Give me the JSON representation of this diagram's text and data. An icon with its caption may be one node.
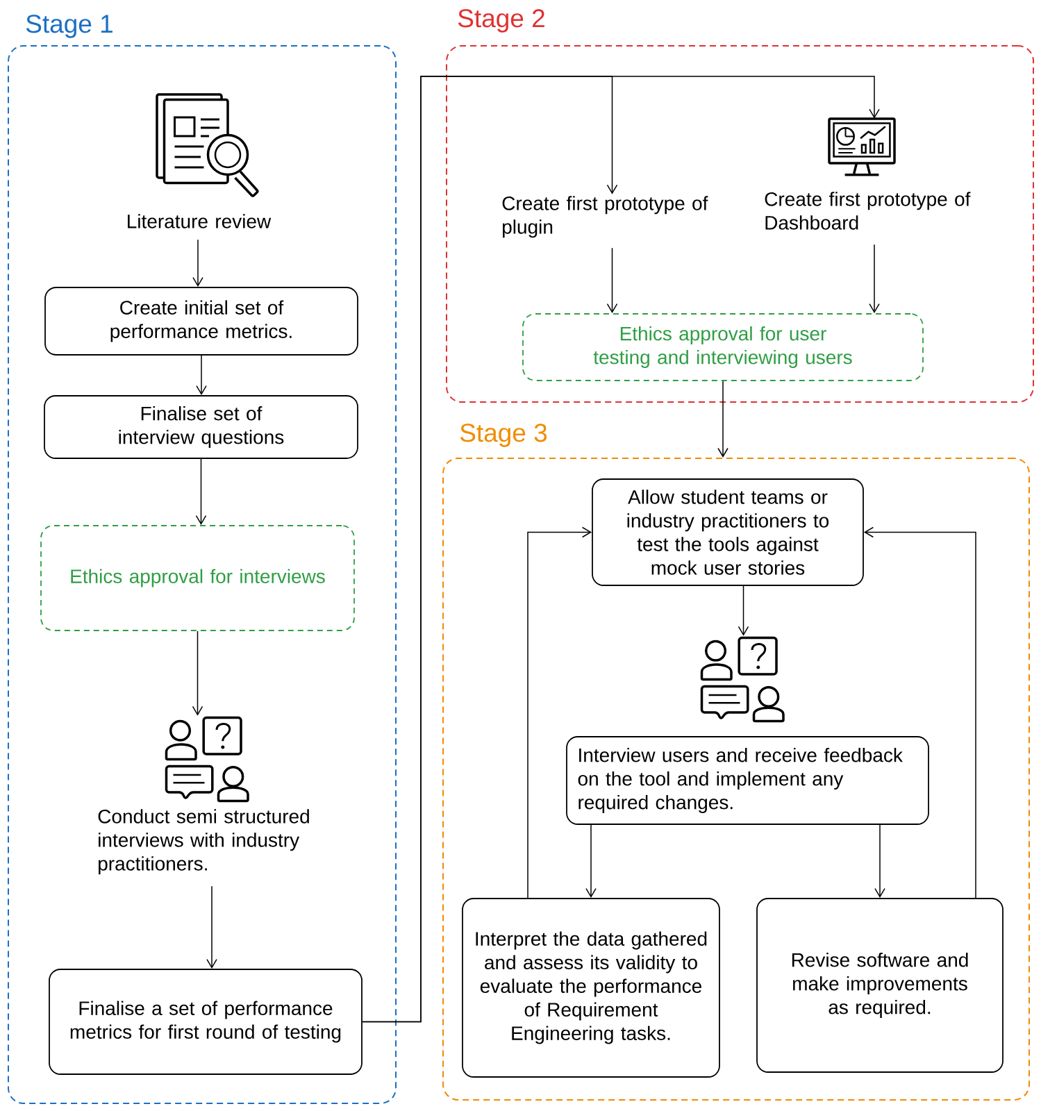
{
  "diagram": {
    "nodes": [
      {
        "text": [
          "Stage 1"
        ]
      },
      {
        "text": [
          "Literature review"
        ],
        "in": 0
      },
      {
        "text": [
          "Create initial set of performance metrics."
        ],
        "in": 0
      },
      {
        "text": [
          "Finalise set of interview questions"
        ],
        "in": 0
      },
      {
        "text": [
          "Ethics approval for interviews"
        ],
        "in": 0
      },
      {
        "text": [
          "Conduct semi structured interviews with industry practitioners."
        ],
        "in": 0
      },
      {
        "text": [
          "Finalise a set of performance metrics for first round of testing"
        ],
        "in": 0
      },
      {
        "text": [
          "Stage 2"
        ]
      },
      {
        "text": [
          "Create first prototype of plugin"
        ],
        "in": 7
      },
      {
        "text": [
          "Create first prototype of Dashboard"
        ],
        "in": 7
      },
      {
        "text": [
          "Ethics approval for user testing and interviewing users"
        ],
        "in": 7
      },
      {
        "text": [
          "Stage 3"
        ]
      },
      {
        "text": [
          "Allow student teams or industry practitioners to test the tools against mock user stories"
        ],
        "in": 11
      },
      {
        "text": [],
        "shape": "picture",
        "in": 11
      },
      {
        "text": [
          "Interview users and receive feedback on the tool and implement any required changes."
        ],
        "in": 11
      },
      {
        "text": [
          "Interpret the data gathered and assess its validity to evaluate the performance of Requirement Engineering tasks."
        ],
        "in": 11
      },
      {
        "text": [
          "Revise software and make improvements as required."
        ],
        "in": 11
      }
    ],
    "edges": [
      {
        "from": 1,
        "to": 2,
        "arrow": "to"
      },
      {
        "from": 2,
        "to": 3,
        "arrow": "to"
      },
      {
        "from": 3,
        "to": 4,
        "arrow": "to"
      },
      {
        "from": 4,
        "to": 5,
        "arrow": "to"
      },
      {
        "from": 5,
        "to": 6,
        "arrow": "to"
      },
      {
        "from": 6,
        "to": 8,
        "arrow": "to"
      },
      {
        "from": 6,
        "to": 9,
        "arrow": "to"
      },
      {
        "from": 8,
        "to": 10,
        "arrow": "to"
      },
      {
        "from": 9,
        "to": 10,
        "arrow": "to"
      },
      {
        "from": 10,
        "to": 11,
        "arrow": "to"
      },
      {
        "from": 12,
        "to": 13,
        "arrow": "to"
      },
      {
        "from": 14,
        "to": 15,
        "arrow": "to"
      },
      {
        "from": 14,
        "to": 16,
        "arrow": "to"
      },
      {
        "from": 15,
        "to": 12,
        "arrow": "to"
      },
      {
        "from": 16,
        "to": 12,
        "arrow": "to"
      }
    ]
  }
}
